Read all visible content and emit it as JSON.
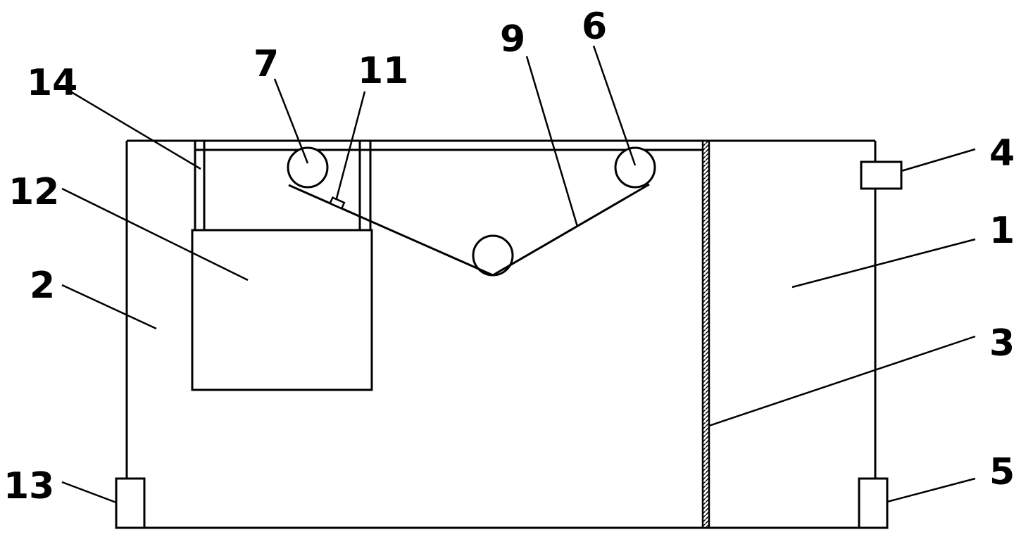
{
  "figure": {
    "labels": {
      "l1": "1",
      "l2": "2",
      "l3": "3",
      "l4": "4",
      "l5": "5",
      "l6": "6",
      "l7": "7",
      "l9": "9",
      "l11": "11",
      "l12": "12",
      "l13": "13",
      "l14": "14"
    }
  }
}
